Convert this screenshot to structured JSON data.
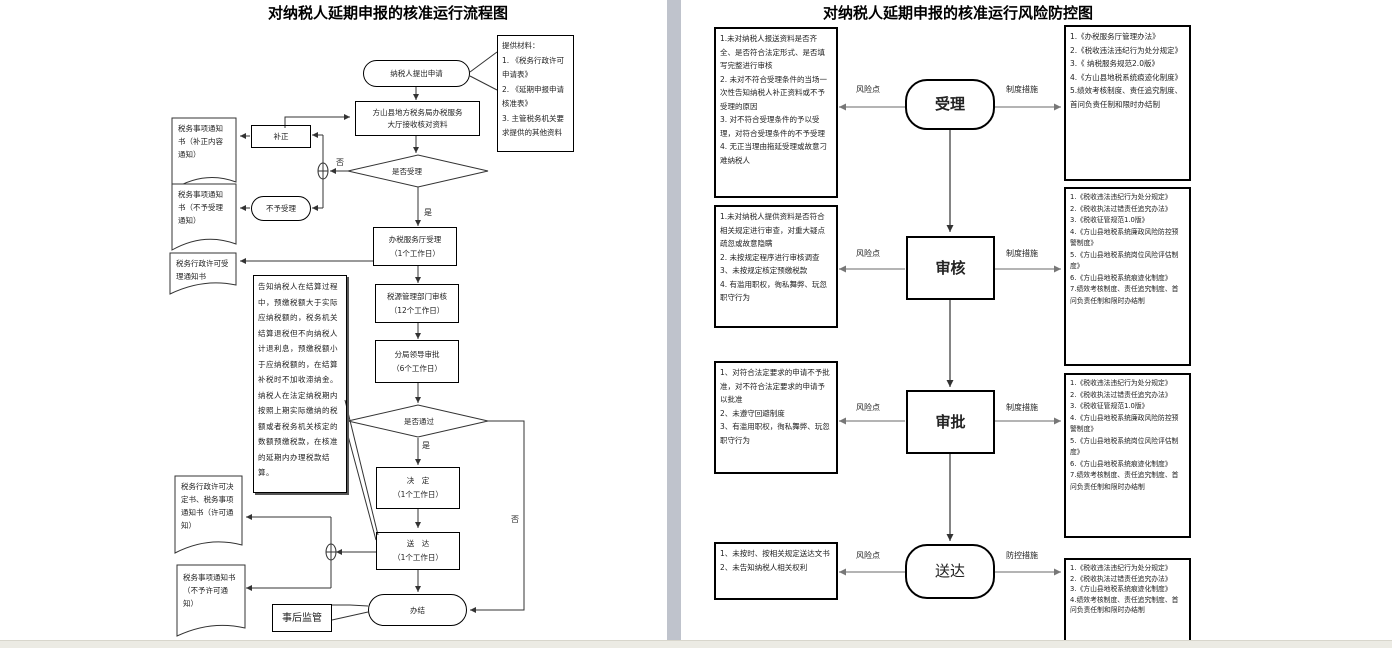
{
  "left": {
    "title": "对纳税人延期申报的核准运行流程图",
    "nodes": {
      "start": "纳税人提出申请",
      "receive": [
        "方山县地方税务局办税服务",
        "大厅接收核对资料"
      ],
      "materials": [
        "提供材料：",
        "1. 《税务行政许可申请表》",
        "2. 《延期申报申请核准表》",
        "3. 主管税务机关要求提供的其他资料"
      ],
      "correction": "补正",
      "correction_notice": "税务事项通知书（补正内容通知）",
      "accept_decision": "是否受理",
      "reject": "不予受理",
      "reject_notice": "税务事项通知书（不予受理通知）",
      "accepted": [
        "办税服务厅受理",
        "（1个工作日）"
      ],
      "accept_notice": "税务行政许可受理通知书",
      "note": "告知纳税人在结算过程中，预缴税额大于实际应纳税额的，税务机关结算退税但不向纳税人计退利息，预缴税额小于应纳税额的，在结算补税时不加收滞纳金。纳税人在法定纳税期内按照上期实际缴纳的税额或者税务机关核定的数额预缴税款，在核准的延期内办理税款结算。",
      "review": [
        "税源管理部门审核",
        "（12个工作日）"
      ],
      "approve": [
        "分局领导审批",
        "（6个工作日）"
      ],
      "pass_decision": "是否通过",
      "decide": [
        "决　定",
        "（1个工作日）"
      ],
      "deliver": [
        "送　达",
        "（1个工作日）"
      ],
      "permit_notice": "税务行政许可决定书、税务事项通知书（许可通知）",
      "deny_notice": "税务事项通知书（不予许可通知）",
      "finish": "办结",
      "post_supervision": "事后监管"
    },
    "labels": {
      "no": "否",
      "yes": "是"
    }
  },
  "right": {
    "title": "对纳税人延期申报的核准运行风险防控图",
    "risk_label": "风险点",
    "measure_label": "制度措施",
    "control_label": "防控措施",
    "stages": [
      {
        "name": "受理",
        "risks": [
          "1.未对纳税人报送资料是否齐全、是否符合法定形式、是否填写完整进行审核",
          "2. 未对不符合受理条件的当场一次性告知纳税人补正资料或不予受理的原因",
          "3. 对不符合受理条件的予以受理，对符合受理条件的不予受理",
          "4. 无正当理由拖延受理或故意刁难纳税人"
        ],
        "measures": [
          "1.《办税服务厅管理办法》",
          "2.《税收违法违纪行为处分规定》",
          "3.《 纳税服务规范2.0版》",
          "4.《方山县地税系统痕迹化制度》",
          "5.绩效考核制度、责任追究制度、首问负责任制和限时办结制"
        ]
      },
      {
        "name": "审核",
        "risks": [
          "1.未对纳税人提供资料是否符合相关规定进行审查，对重大疑点疏忽或故意隐瞒",
          "2. 未按规定程序进行审核调查",
          "3、未按规定核定预缴税款",
          "4. 有滥用职权，徇私舞弊、玩忽职守行为"
        ],
        "measures": [
          "1.《税收违法违纪行为处分规定》",
          "2.《税收执法过错责任追究办法》",
          "3.《税收征管规范1.0版》",
          "4.《方山县地税系统廉政风险防控预警制度》",
          "5.《方山县地税系统岗位风险评估制度》",
          "6.《方山县地税系统痕迹化制度》",
          "7.绩效考核制度、责任追究制度、首问负责任制和限时办结制"
        ]
      },
      {
        "name": "审批",
        "risks": [
          "1、对符合法定要求的申请不予批准，对不符合法定要求的申请予以批准",
          "2、未遵守回避制度",
          "3、有滥用职权，徇私舞弊、玩忽职守行为"
        ],
        "measures": [
          "1.《税收违法违纪行为处分规定》",
          "2.《税收执法过错责任追究办法》",
          "3.《税收征管规范1.0版》",
          "4.《方山县地税系统廉政风险防控预警制度》",
          "5.《方山县地税系统岗位风险评估制度》",
          "6.《方山县地税系统痕迹化制度》",
          "7.绩效考核制度、责任追究制度、首问负责任制和限时办结制"
        ]
      },
      {
        "name": "送达",
        "risks": [
          "1、未按时、按相关规定送达文书",
          "2、未告知纳税人相关权利"
        ],
        "measures": [
          "1.《税收违法违纪行为处分规定》",
          "2.《税收执法过错责任追究办法》",
          "3.《方山县地税系统痕迹化制度》",
          "4.绩效考核制度、责任追究制度、首问负责任制和限时办结制"
        ]
      }
    ]
  }
}
